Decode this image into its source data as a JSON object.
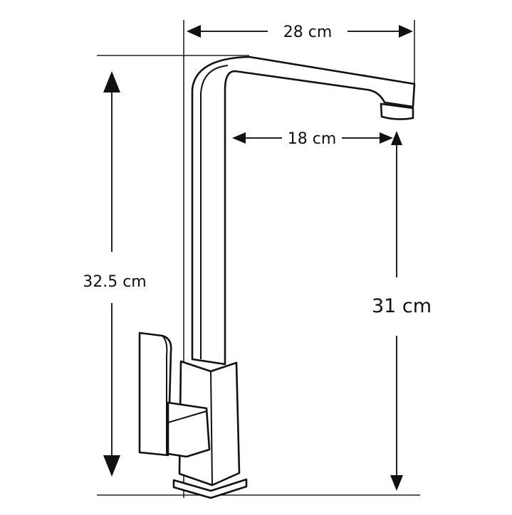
{
  "diagram": {
    "subject_icon": "kitchen-faucet",
    "colors": {
      "line": "#111111",
      "background": "#ffffff"
    },
    "dimensions": {
      "spout_reach_total": "28 cm",
      "spout_reach_inner": "18 cm",
      "overall_height": "32.5 cm",
      "spout_clearance": "31 cm"
    }
  }
}
